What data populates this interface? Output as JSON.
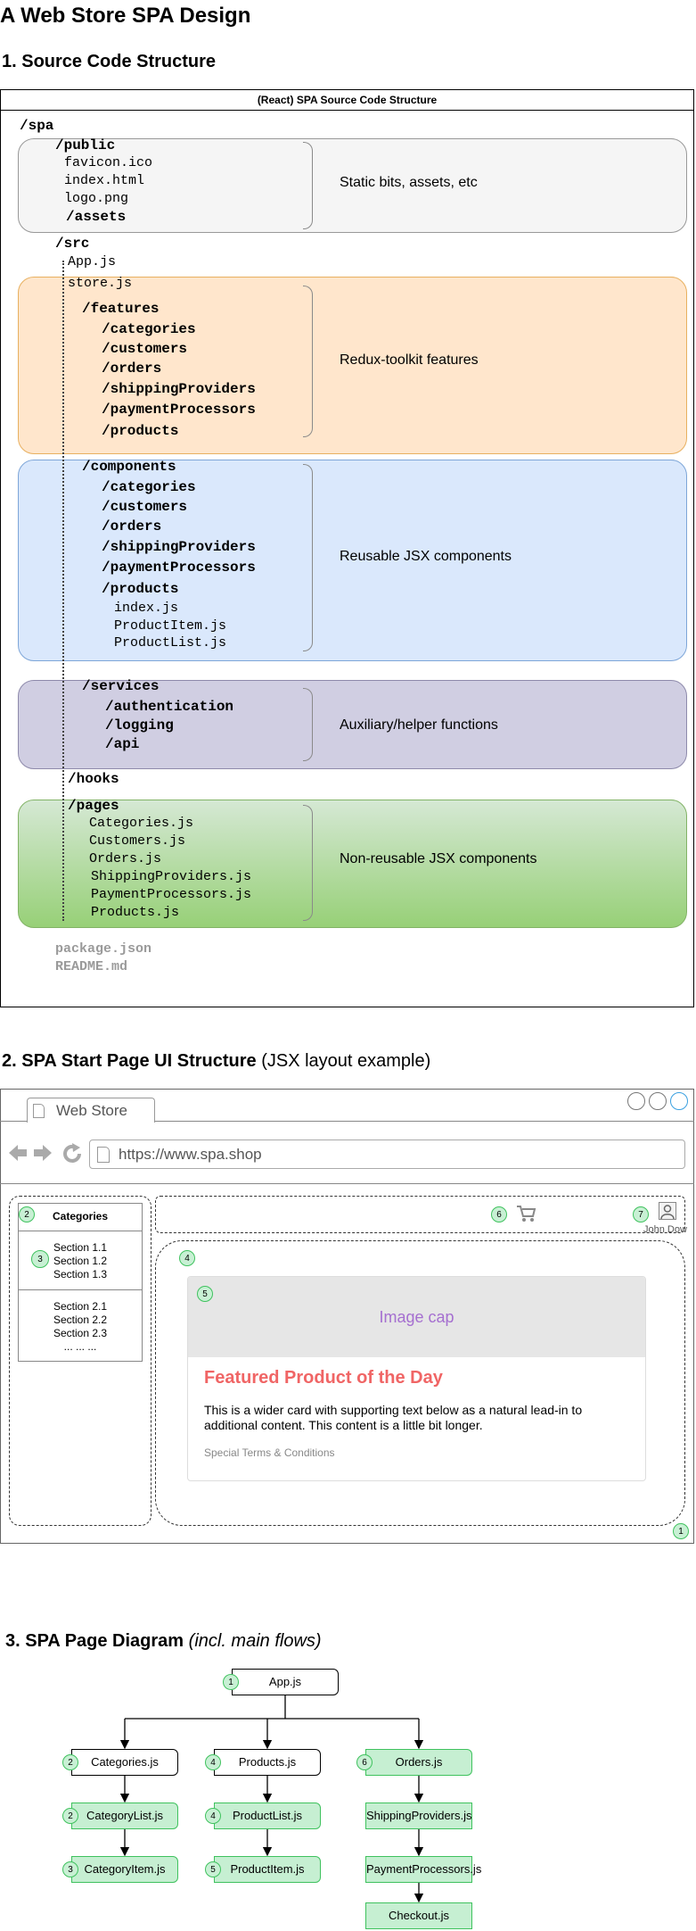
{
  "page_title": "A Web Store SPA Design",
  "section1": {
    "heading": "1. Source Code Structure",
    "box_title": "(React) SPA Source Code Structure",
    "root": "/spa",
    "public": {
      "folder": "/public",
      "files": [
        "favicon.ico",
        "index.html",
        "logo.png"
      ],
      "assets": "/assets",
      "note": "Static bits, assets, etc"
    },
    "src": "/src",
    "app_js": "App.js",
    "store_js": "store.js",
    "features": {
      "folder": "/features",
      "items": [
        "/categories",
        "/customers",
        "/orders",
        "/shippingProviders",
        "/paymentProcessors",
        "/products"
      ],
      "note": "Redux-toolkit features"
    },
    "components": {
      "folder": "/components",
      "items": [
        "/categories",
        "/customers",
        "/orders",
        "/shippingProviders",
        "/paymentProcessors",
        "/products"
      ],
      "files": [
        "index.js",
        "ProductItem.js",
        "ProductList.js"
      ],
      "note": "Reusable JSX components"
    },
    "services": {
      "folder": "/services",
      "items": [
        "/authentication",
        "/logging",
        "/api"
      ],
      "note": "Auxiliary/helper functions"
    },
    "hooks": "/hooks",
    "pages": {
      "folder": "/pages",
      "files": [
        "Categories.js",
        "Customers.js",
        "Orders.js",
        "ShippingProviders.js",
        "PaymentProcessors.js",
        "Products.js"
      ],
      "note": "Non-reusable JSX components"
    },
    "root_files": [
      "package.json",
      "README.md"
    ]
  },
  "section2": {
    "heading_bold": "2. SPA Start Page UI Structure",
    "heading_light": "(JSX layout example)",
    "tab_label": "Web Store",
    "url": "https://www.spa.shop",
    "sidebar": {
      "title": "Categories",
      "group1": [
        "Section 1.1",
        "Section 1.2",
        "Section 1.3"
      ],
      "group2": [
        "Section 2.1",
        "Section 2.2",
        "Section 2.3",
        "... ... ..."
      ]
    },
    "user_name": "John Dow",
    "card": {
      "image_cap": "Image cap",
      "title": "Featured Product of the Day",
      "text": "This is a wider card with supporting text below as a natural lead-in to additional content. This content is a little bit longer.",
      "footer": "Special Terms & Conditions"
    },
    "badges": [
      "1",
      "2",
      "3",
      "4",
      "5",
      "6",
      "7"
    ],
    "colors": {
      "card_title": "#f06565",
      "image_cap": "#a56fd0",
      "badge_fill": "#c8f0d4",
      "badge_border": "#3fc25e"
    }
  },
  "section3": {
    "heading_bold": "3. SPA Page Diagram",
    "heading_italic": "incl. main flows",
    "nodes": {
      "app": {
        "label": "App.js",
        "badge": "1"
      },
      "categories": {
        "label": "Categories.js",
        "badge": "2"
      },
      "products": {
        "label": "Products.js",
        "badge": "4"
      },
      "orders": {
        "label": "Orders.js",
        "badge": "6"
      },
      "categorylist": {
        "label": "CategoryList.js",
        "badge": "2"
      },
      "productlist": {
        "label": "ProductList.js",
        "badge": "4"
      },
      "shipping": {
        "label": "ShippingProviders.js"
      },
      "categoryitem": {
        "label": "CategoryItem.js",
        "badge": "3"
      },
      "productitem": {
        "label": "ProductItem.js",
        "badge": "5"
      },
      "payment": {
        "label": "PaymentProcessors.js"
      },
      "checkout": {
        "label": "Checkout.js"
      }
    },
    "colors": {
      "green_fill": "#c6efd2",
      "green_border": "#3fc25e"
    }
  }
}
